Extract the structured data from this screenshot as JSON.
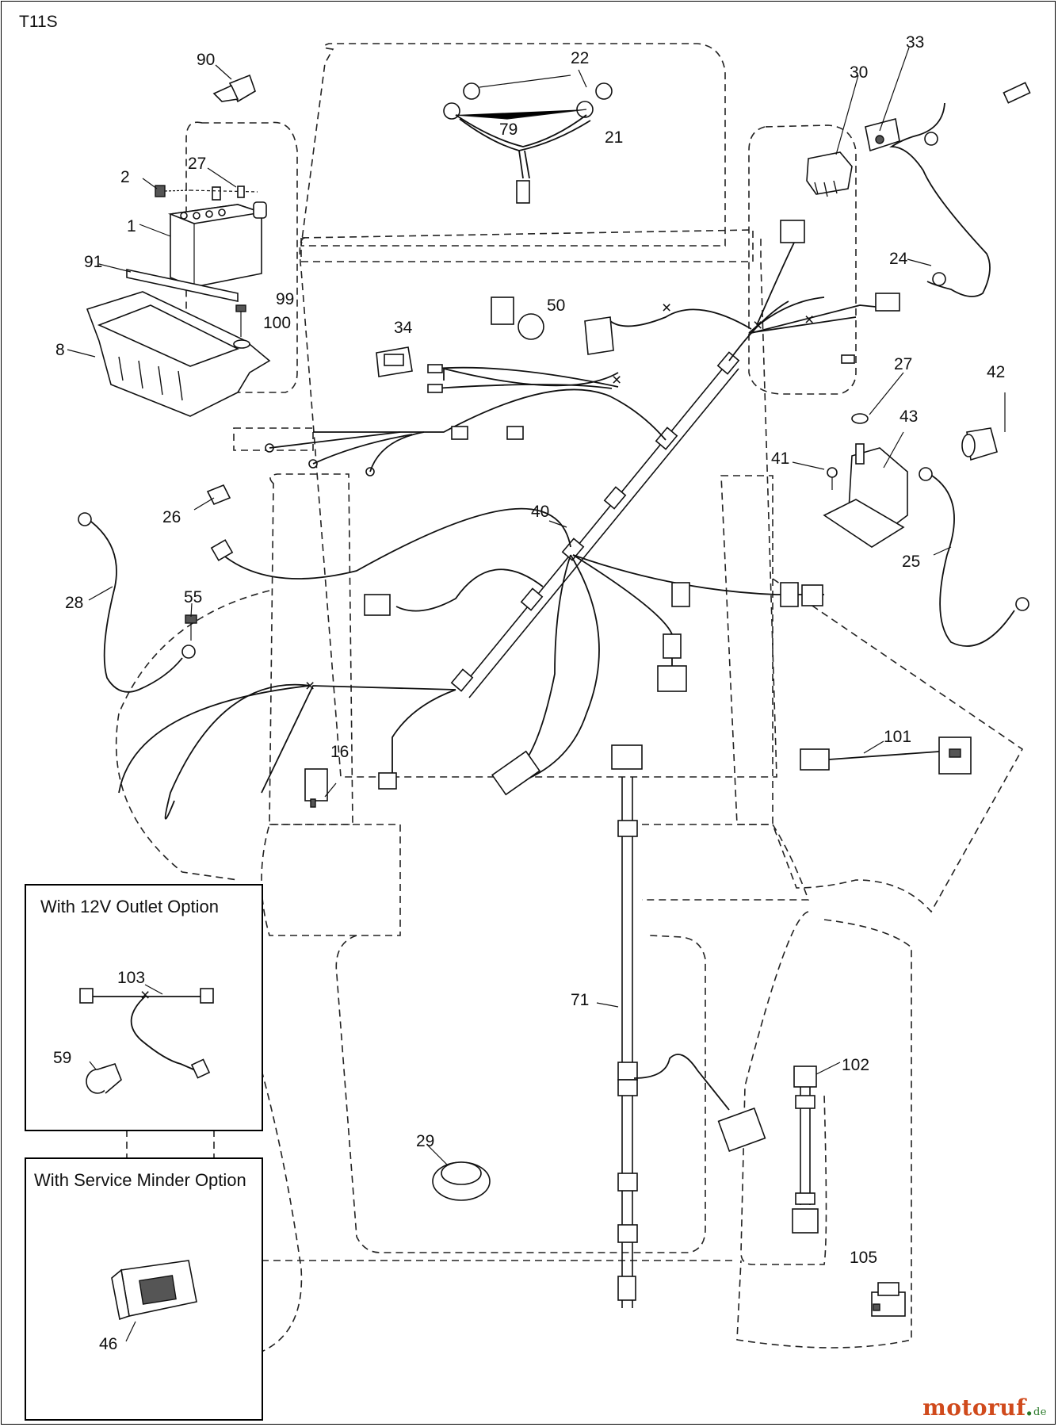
{
  "diagram_id": "T11S",
  "callouts": {
    "c1": "1",
    "c2": "2",
    "c8": "8",
    "c16": "16",
    "c21": "21",
    "c22": "22",
    "c24": "24",
    "c25": "25",
    "c26": "26",
    "c27a": "27",
    "c27b": "27",
    "c28": "28",
    "c29": "29",
    "c30": "30",
    "c33": "33",
    "c34": "34",
    "c40": "40",
    "c41": "41",
    "c42": "42",
    "c43": "43",
    "c46": "46",
    "c50": "50",
    "c55": "55",
    "c59": "59",
    "c71": "71",
    "c79": "79",
    "c90": "90",
    "c91": "91",
    "c99": "99",
    "c100": "100",
    "c101": "101",
    "c102": "102",
    "c103": "103",
    "c105": "105"
  },
  "insets": {
    "outlet_option": "With 12V Outlet Option",
    "service_minder_option": "With Service Minder Option"
  },
  "watermark": {
    "name": "motoruf",
    "tld": "de"
  }
}
